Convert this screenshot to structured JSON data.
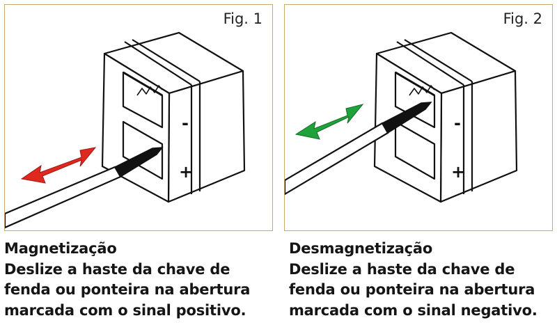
{
  "figures": [
    {
      "label": "Fig. 1",
      "arrow_color": "#e0281f",
      "title": "Magnetização",
      "lines": [
        "Deslize a haste da chave de",
        "fenda ou ponteira na abertura",
        "marcada com o sinal positivo."
      ],
      "signs": [
        "-",
        "+"
      ]
    },
    {
      "label": "Fig. 2",
      "arrow_color": "#1fa23a",
      "title": "Desmagnetização",
      "lines": [
        "Deslize a haste da chave de",
        "fenda ou ponteira na abertura",
        "marcada com o sinal negativo."
      ],
      "signs": [
        "-",
        "+"
      ]
    }
  ]
}
